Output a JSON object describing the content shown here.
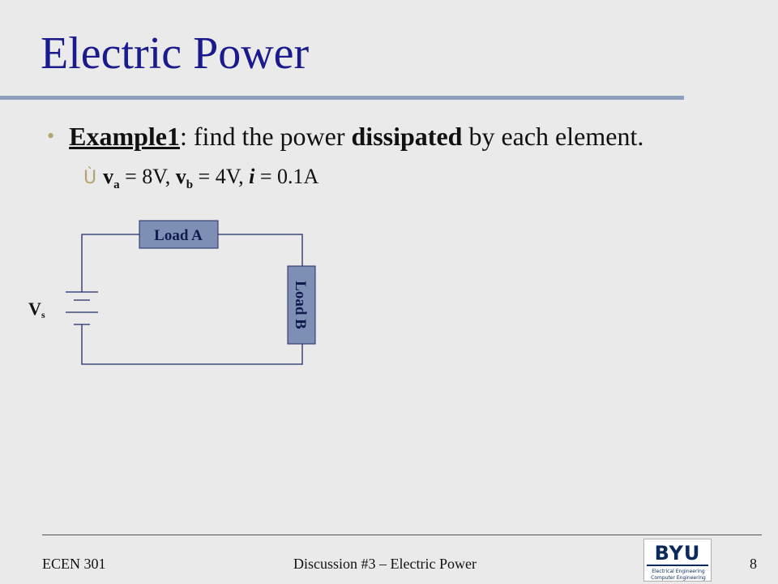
{
  "slide": {
    "title": "Electric Power",
    "bullet": {
      "label": "Example1",
      "text_a": ": find the power ",
      "emphasis": "dissipated",
      "text_b": " by each element."
    },
    "sub": {
      "glyph": "Ù",
      "va": "v",
      "va_sub": "a",
      "va_val": " = 8V, ",
      "vb": "v",
      "vb_sub": "b",
      "vb_val": " = 4V, ",
      "i": "i",
      "i_val": " = 0.1A"
    }
  },
  "circuit": {
    "source_label": "V",
    "source_sub": "s",
    "load_a": "Load A",
    "load_b": "Load B",
    "box_fill": "#7e8fb5",
    "wire_color": "#1f2a66"
  },
  "footer": {
    "course": "ECEN 301",
    "topic": "Discussion #3 – Electric Power",
    "page": "8",
    "logo_main": "BYU",
    "logo_line1": "Electrical Engineering",
    "logo_line2": "Computer Engineering"
  }
}
